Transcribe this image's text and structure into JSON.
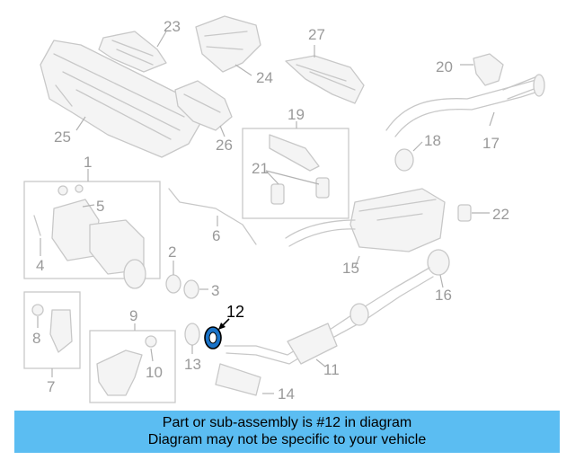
{
  "callouts": {
    "c1": "1",
    "c2": "2",
    "c3": "3",
    "c4": "4",
    "c5": "5",
    "c6": "6",
    "c7": "7",
    "c8": "8",
    "c9": "9",
    "c10": "10",
    "c11": "11",
    "c12": "12",
    "c13": "13",
    "c14": "14",
    "c15": "15",
    "c16": "16",
    "c17": "17",
    "c18": "18",
    "c19": "19",
    "c20": "20",
    "c21": "21",
    "c22": "22",
    "c23": "23",
    "c24": "24",
    "c25": "25",
    "c26": "26",
    "c27": "27"
  },
  "highlighted_part": "12",
  "colors": {
    "banner": "#5bbdf2",
    "highlight_part": "#1a73c8",
    "line_art": "#c8c8c8"
  },
  "banner": {
    "line1": "Part or sub-assembly is #12 in diagram",
    "line2": "Diagram may not be specific to your vehicle"
  }
}
